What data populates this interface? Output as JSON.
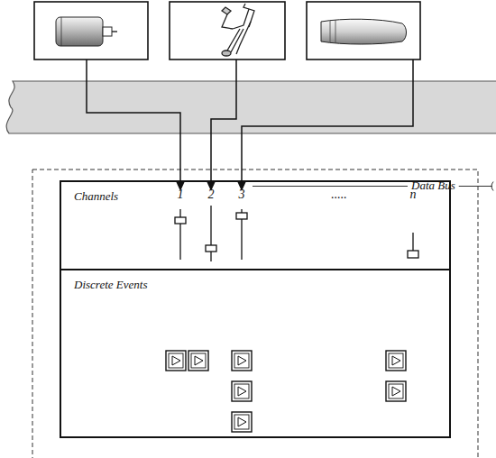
{
  "diagram": {
    "nodes": [
      {
        "text": [
          "Data Bus"
        ]
      },
      {
        "text": [
          "Channels"
        ]
      },
      {
        "text": [
          "Discrete Events"
        ]
      }
    ],
    "labels": [
      "1",
      "2",
      "3",
      ".....",
      "n"
    ]
  }
}
